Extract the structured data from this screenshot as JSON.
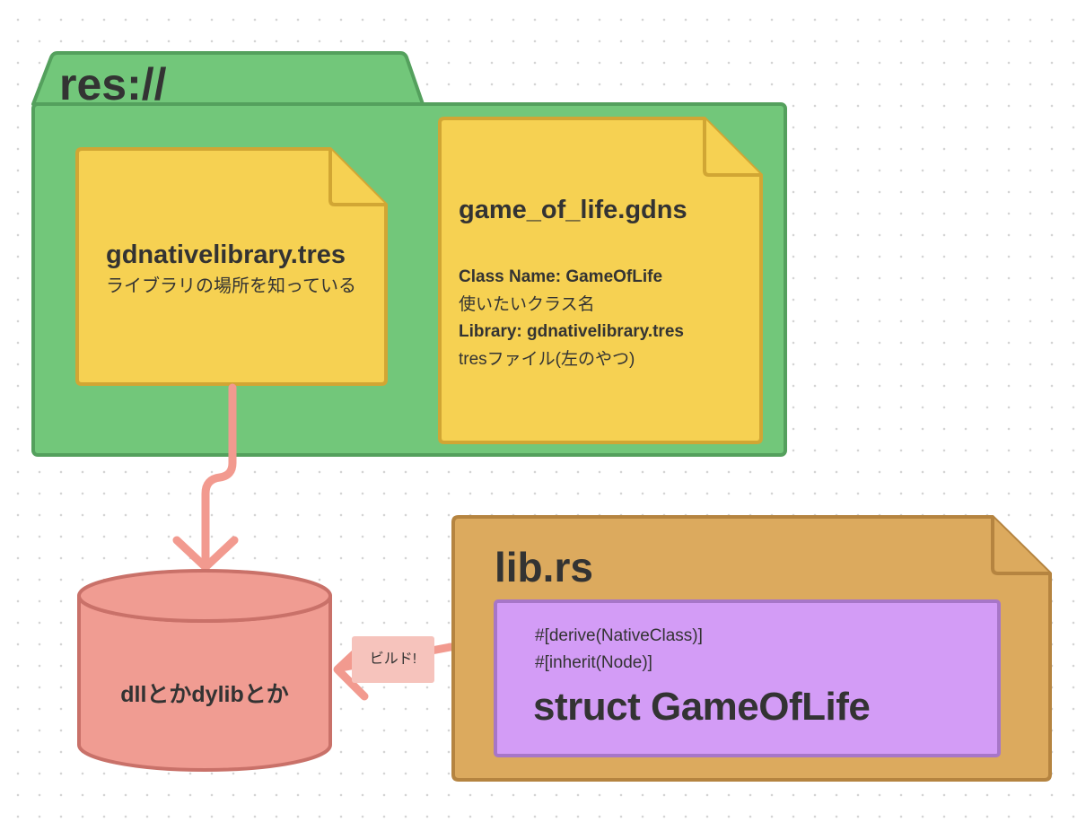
{
  "folder": {
    "title": "res://"
  },
  "gdnative_tres": {
    "filename": "gdnativelibrary.tres",
    "description": "ライブラリの場所を知っている"
  },
  "gdns": {
    "filename": "game_of_life.gdns",
    "lines": [
      {
        "text": "Class Name: GameOfLife",
        "bold": true
      },
      {
        "text": "使いたいクラス名",
        "bold": false
      },
      {
        "text": "Library: gdnativelibrary.tres",
        "bold": true
      },
      {
        "text": "tresファイル(左のやつ)",
        "bold": false
      }
    ]
  },
  "library_binary": {
    "label": "dllとかdylibとか"
  },
  "build_arrow": {
    "label": "ビルド!"
  },
  "lib_rs": {
    "title": "lib.rs",
    "attribute_1": "#[derive(NativeClass)]",
    "attribute_2": "#[inherit(Node)]",
    "struct_decl": "struct GameOfLife"
  },
  "colors": {
    "folder_fill": "#72c77a",
    "folder_stroke": "#54a05d",
    "note_fill": "#f6d152",
    "note_stroke": "#d1a634",
    "database_fill": "#f09c92",
    "database_stroke": "#c97169",
    "arrow": "#f29a8f",
    "build_badge": "#f6c3bc",
    "librs_fill": "#dcaa5e",
    "librs_stroke": "#b58440",
    "struct_box_fill": "#d39cf6",
    "struct_box_stroke": "#a776c8",
    "text": "#333333"
  }
}
